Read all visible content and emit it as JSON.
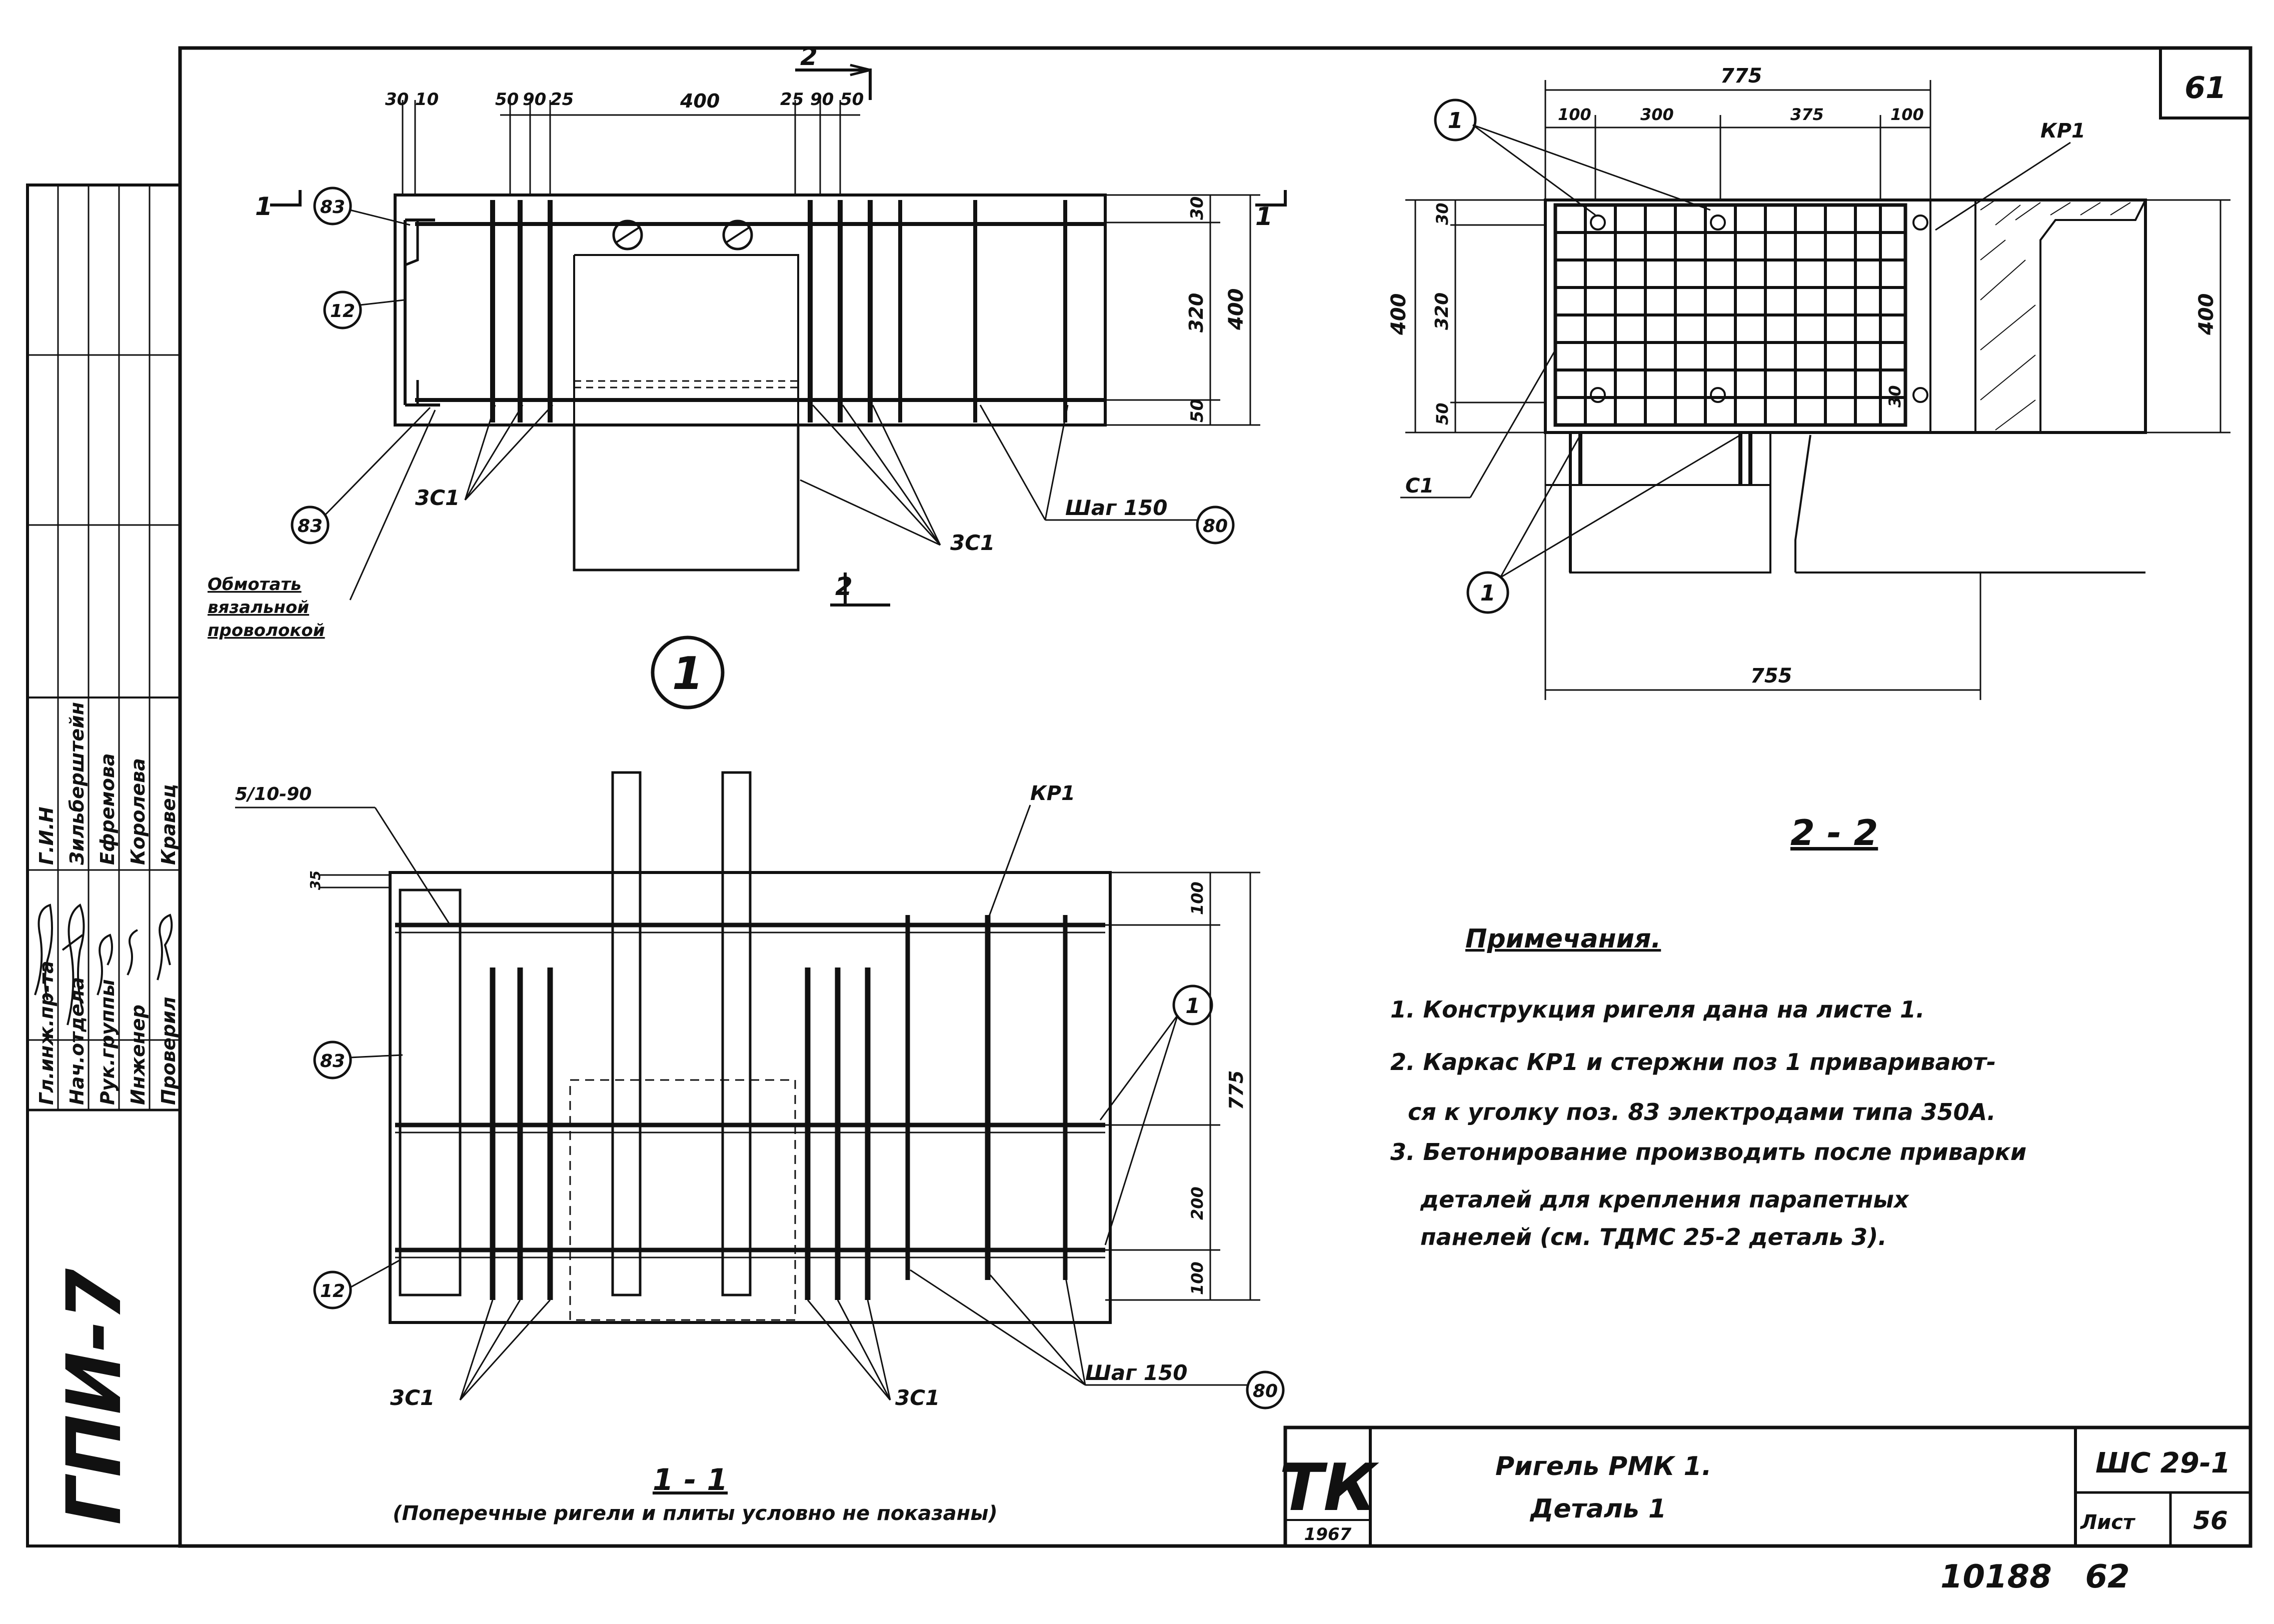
{
  "sheet_number": "61",
  "bottom_numbers": "10188   62",
  "side_stamp": {
    "code": "ГПИ-7",
    "roles": [
      "Гл.инж.пр-та",
      "Нач.отдела",
      "Рук.группы",
      "Инженер",
      "Проверил"
    ],
    "people": [
      "Г.И.Н",
      "Зильберштейн",
      "Ефремова",
      "Королева",
      "Кравец"
    ]
  },
  "view_top": {
    "section_top": "2",
    "section_bottom": "2",
    "section_left": "1",
    "section_right": "1",
    "dims_top_left": [
      "30",
      "10"
    ],
    "dims_top_mid": [
      "50",
      "90",
      "25"
    ],
    "dim_center": "400",
    "dims_top_right": [
      "25",
      "90",
      "50"
    ],
    "dims_right": [
      "30",
      "320",
      "50"
    ],
    "dim_total": "400",
    "callout_83a": "83",
    "callout_12": "12",
    "callout_83b": "83",
    "callout_80": "80",
    "label_3c1_left": "3С1",
    "label_3c1_right": "3С1",
    "label_step": "Шаг 150",
    "note_lines": [
      "Обмотать",
      "вязальной",
      "проволокой"
    ]
  },
  "detail_marker": "1",
  "view_section_22": {
    "dim_total_top": "775",
    "dims_top": [
      "100",
      "300",
      "375",
      "100"
    ],
    "label_kp1": "КР1",
    "dims_left": [
      "30",
      "320",
      "50"
    ],
    "dim_left_total": "400",
    "dim_right_total": "400",
    "dim_30": "30",
    "dim_bottom": "755",
    "label_c1": "С1",
    "callout_1a": "1",
    "callout_1b": "1",
    "title": "2 - 2"
  },
  "view_section_11": {
    "dim_small": "5/10-90",
    "dim_35": "35",
    "label_kp1": "КР1",
    "dims_right": [
      "100",
      "200",
      "100"
    ],
    "dim_total": "775",
    "callout_83": "83",
    "callout_12": "12",
    "callout_1": "1",
    "callout_80": "80",
    "label_3c1_left": "3С1",
    "label_3c1_right": "3С1",
    "label_step": "Шаг 150",
    "title": "1 - 1",
    "subtitle": "(Поперечные ригели и плиты условно не показаны)"
  },
  "notes": {
    "heading": "Примечания.",
    "lines": [
      "1. Конструкция ригеля дана на листе 1.",
      "2. Каркас КР1 и стержни поз 1 приваривают-",
      "ся к уголку поз. 83 электродами типа 350А.",
      "3. Бетонирование производить после приварки",
      "деталей для крепления парапетных",
      "панелей (см. ТДМС 25-2 деталь 3)."
    ]
  },
  "title_block": {
    "logo": "ТК",
    "year": "1967",
    "title_line1": "Ригель РМК 1.",
    "title_line2": "Деталь 1",
    "series": "ШС 29-1",
    "sheet_label": "Лист",
    "sheet_no": "56"
  }
}
